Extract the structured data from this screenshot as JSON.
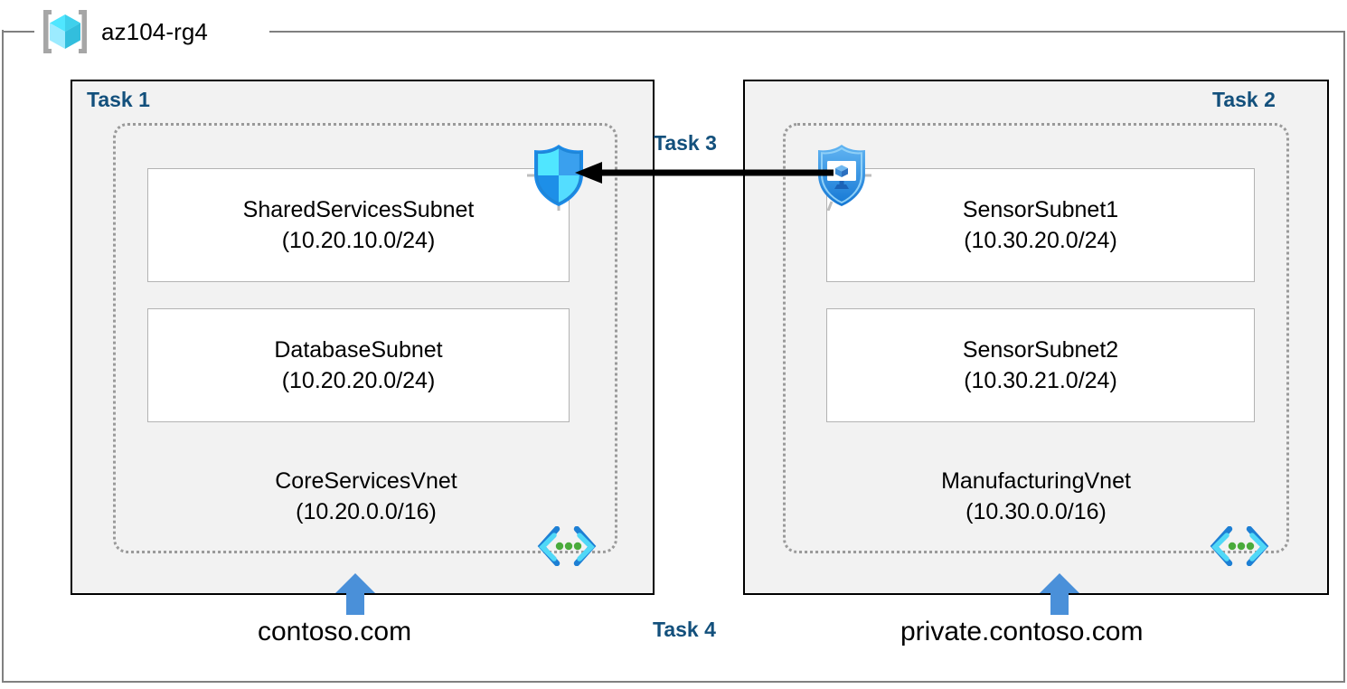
{
  "resource_group": {
    "name": "az104-rg4",
    "icon": "resource-group-icon"
  },
  "colors": {
    "task_label": "#13507c",
    "panel_bg": "#f2f2f2",
    "panel_border": "#000000",
    "vnet_border": "#9a9a9a",
    "subnet_border": "#b3b3b3",
    "dns_arrow": "#4a90d9",
    "rg_container_border": "#808080"
  },
  "tasks": {
    "task1": {
      "label": "Task 1"
    },
    "task2": {
      "label": "Task 2"
    },
    "task3": {
      "label": "Task 3"
    },
    "task4": {
      "label": "Task 4"
    }
  },
  "vnets": [
    {
      "id": "core",
      "name": "CoreServicesVnet",
      "cidr": "(10.20.0.0/16)",
      "icon": "virtual-network-icon",
      "subnets": [
        {
          "name": "SharedServicesSubnet",
          "cidr": "(10.20.10.0/24)"
        },
        {
          "name": "DatabaseSubnet",
          "cidr": "(10.20.20.0/24)"
        }
      ]
    },
    {
      "id": "manufacturing",
      "name": "ManufacturingVnet",
      "cidr": "(10.30.0.0/16)",
      "icon": "virtual-network-icon",
      "subnets": [
        {
          "name": "SensorSubnet1",
          "cidr": "(10.30.20.0/24)"
        },
        {
          "name": "SensorSubnet2",
          "cidr": "(10.30.21.0/24)"
        }
      ]
    }
  ],
  "icons": {
    "firewall_shield": "firewall-shield-icon",
    "vm_shield": "protected-virtual-machine-icon",
    "peering_arrow": "peering-arrow-icon",
    "dns_arrow": "dns-link-arrow-icon"
  },
  "dns_zones": [
    {
      "name": "contoso.com"
    },
    {
      "name": "private.contoso.com"
    }
  ]
}
